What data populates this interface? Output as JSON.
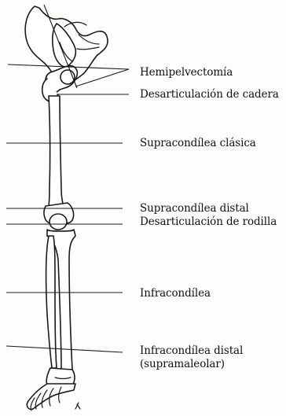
{
  "levels": [
    {
      "id": "hemipelvectomia",
      "label": "Hemipelvectomía"
    },
    {
      "id": "desarticulacion-cadera",
      "label": "Desarticulación de cadera"
    },
    {
      "id": "supracondilea-clasica",
      "label": "Supracondílea clásica"
    },
    {
      "id": "supracondilea-distal",
      "label": "Supracondílea distal"
    },
    {
      "id": "desarticulacion-rodilla",
      "label": "Desarticulación de rodilla"
    },
    {
      "id": "infracondilea",
      "label": "Infracondílea"
    },
    {
      "id": "infracondilea-distal",
      "label_line1": "Infracondílea distal",
      "label_line2": "(supramaleolar)"
    }
  ]
}
